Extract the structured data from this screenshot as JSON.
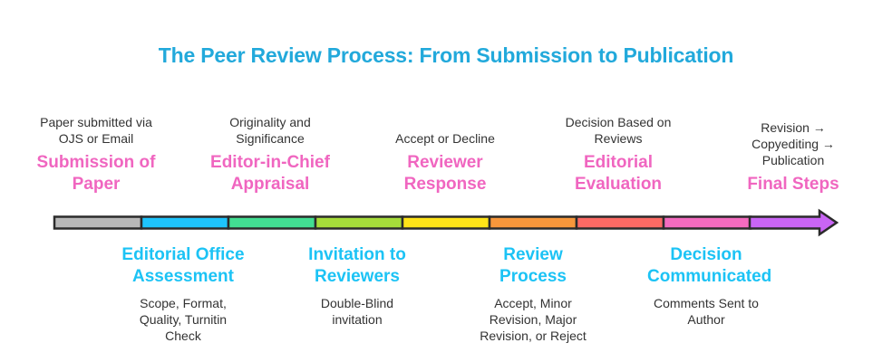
{
  "title": "The Peer Review Process: From Submission to Publication",
  "steps": [
    {
      "heading": "Submission of Paper",
      "description": "Paper submitted via OJS or Email",
      "position": "top",
      "color": "#b8b8b8"
    },
    {
      "heading": "Editorial Office Assessment",
      "description": "Scope, Format, Quality, Turnitin Check",
      "position": "bottom",
      "color": "#1ec4fc"
    },
    {
      "heading": "Editor-in-Chief Appraisal",
      "description": "Originality and Significance",
      "position": "top",
      "color": "#42de92"
    },
    {
      "heading": "Invitation to Reviewers",
      "description": "Double-Blind invitation",
      "position": "bottom",
      "color": "#a6dc3a"
    },
    {
      "heading": "Reviewer Response",
      "description": "Accept or Decline",
      "position": "top",
      "color": "#ffe418"
    },
    {
      "heading": "Review Process",
      "description": "Accept, Minor Revision, Major Revision, or Reject",
      "position": "bottom",
      "color": "#f8973b"
    },
    {
      "heading": "Editorial Evaluation",
      "description": "Decision Based on Reviews",
      "position": "top",
      "color": "#fd6a64"
    },
    {
      "heading": "Decision Communicated",
      "description": "Comments Sent to Author",
      "position": "bottom",
      "color": "#f46bbf"
    },
    {
      "heading": "Final Steps",
      "description": "Revision → Copyediting → Publication",
      "position": "top",
      "color": "#c965f5"
    }
  ],
  "colors": {
    "title": "#22a9db",
    "top_heading": "#f066c0",
    "bottom_heading": "#1cc3f5",
    "outline": "#2b2b2b"
  }
}
